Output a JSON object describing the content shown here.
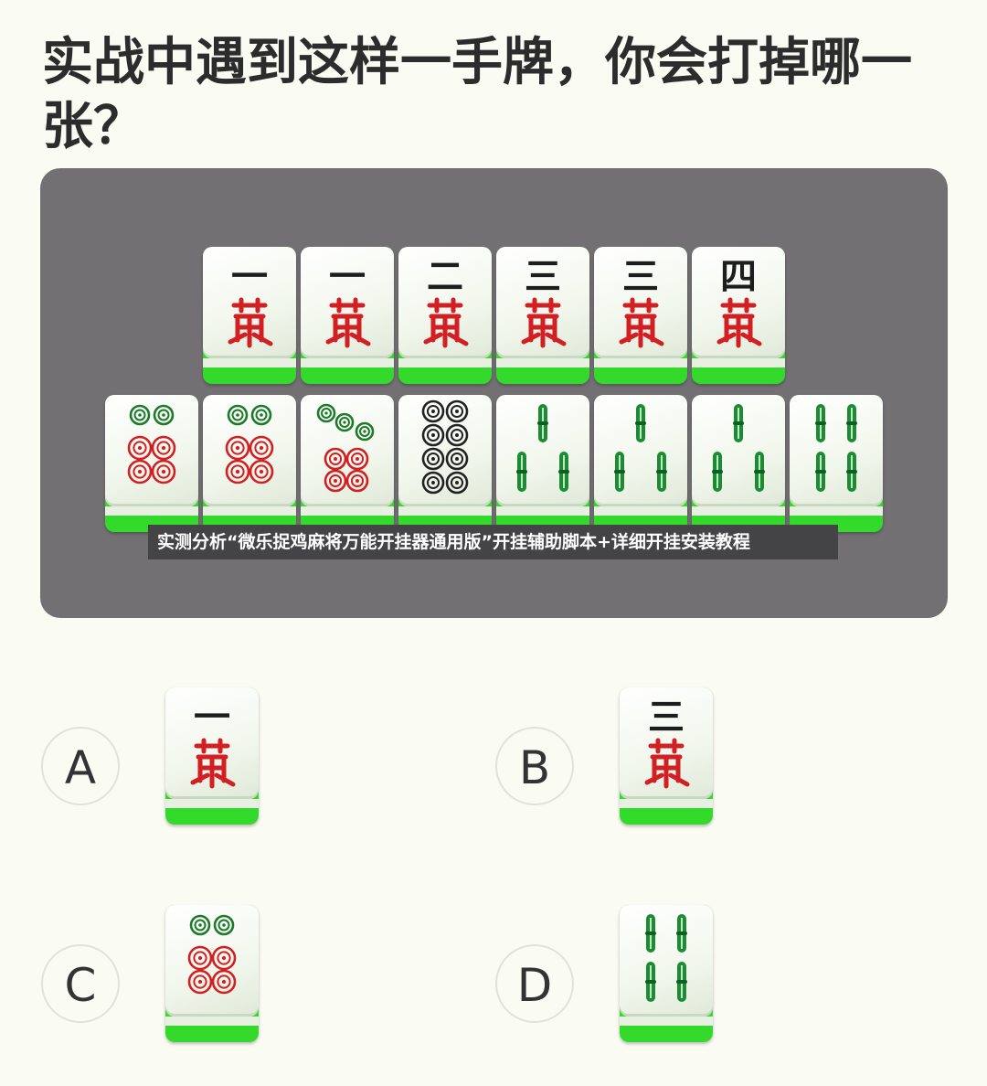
{
  "question": "实战中遇到这样一手牌，你会打掉哪一张？",
  "overlay_caption": "实测分析“微乐捉鸡麻将万能开挂器通用版”开挂辅助脚本+详细开挂安装教程",
  "hand": {
    "top_row": [
      {
        "kind": "wan",
        "numeral": "一"
      },
      {
        "kind": "wan",
        "numeral": "一"
      },
      {
        "kind": "wan",
        "numeral": "二"
      },
      {
        "kind": "wan",
        "numeral": "三"
      },
      {
        "kind": "wan",
        "numeral": "三"
      },
      {
        "kind": "wan",
        "numeral": "四"
      }
    ],
    "bottom_row": [
      {
        "kind": "dots",
        "count": 6
      },
      {
        "kind": "dots",
        "count": 6
      },
      {
        "kind": "dots",
        "count": 7
      },
      {
        "kind": "dots",
        "count": 8
      },
      {
        "kind": "bamboo",
        "count": 3
      },
      {
        "kind": "bamboo",
        "count": 3
      },
      {
        "kind": "bamboo",
        "count": 3
      },
      {
        "kind": "bamboo",
        "count": 4
      }
    ]
  },
  "options": [
    {
      "letter": "A",
      "tile": {
        "kind": "wan",
        "numeral": "一"
      }
    },
    {
      "letter": "B",
      "tile": {
        "kind": "wan",
        "numeral": "三"
      }
    },
    {
      "letter": "C",
      "tile": {
        "kind": "dots",
        "count": 6
      }
    },
    {
      "letter": "D",
      "tile": {
        "kind": "bamboo",
        "count": 4
      }
    }
  ],
  "colors": {
    "wan_numeral": "#1d1d1d",
    "wan_char": "#d21f24",
    "dots_green": "#1c7a2a",
    "dots_red": "#d21f24",
    "dots_black": "#222222",
    "bamboo": "#1d8a34",
    "tile_base": "#33d92b",
    "board": "#727072"
  }
}
